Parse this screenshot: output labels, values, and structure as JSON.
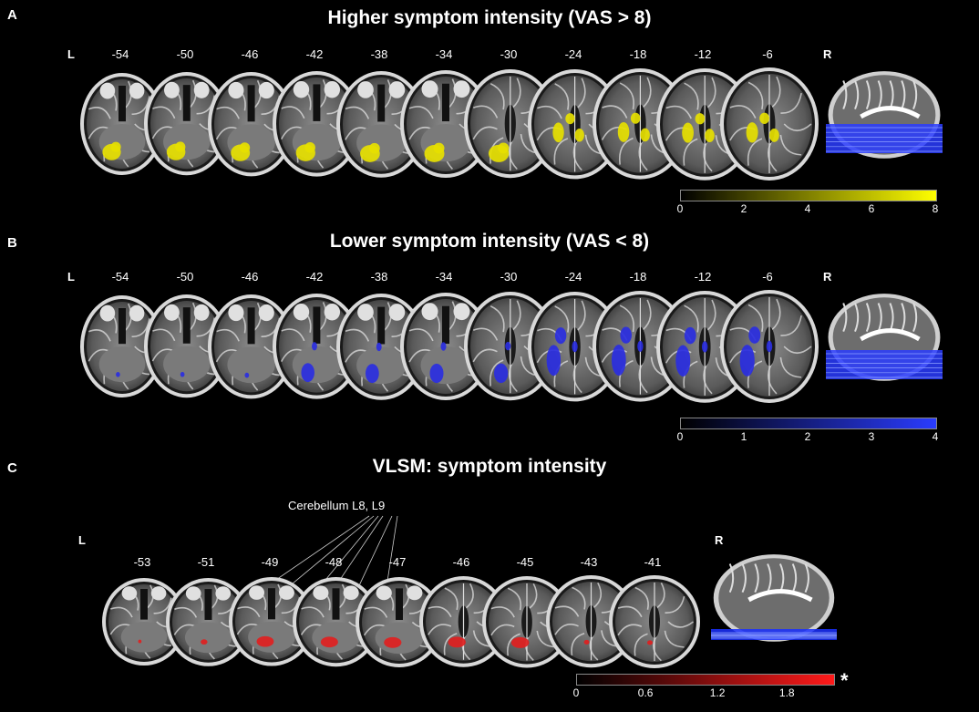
{
  "panels": [
    {
      "label": "A",
      "title": "Higher symptom intensity (VAS > 8)",
      "left_label": "L",
      "right_label": "R",
      "slices": [
        "-54",
        "-50",
        "-46",
        "-42",
        "-38",
        "-34",
        "-30",
        "-24",
        "-18",
        "-12",
        "-6"
      ],
      "overlay_color": "#e6e000",
      "colorbar_ticks": [
        "0",
        "2",
        "4",
        "6",
        "8"
      ],
      "colorbar_gradient": [
        "#000000",
        "#ffff00"
      ]
    },
    {
      "label": "B",
      "title": "Lower symptom intensity (VAS < 8)",
      "left_label": "L",
      "right_label": "R",
      "slices": [
        "-54",
        "-50",
        "-46",
        "-42",
        "-38",
        "-34",
        "-30",
        "-24",
        "-18",
        "-12",
        "-6"
      ],
      "overlay_color": "#2a2ee0",
      "colorbar_ticks": [
        "0",
        "1",
        "2",
        "3",
        "4"
      ],
      "colorbar_gradient": [
        "#000000",
        "#2a3cff"
      ]
    },
    {
      "label": "C",
      "title": "VLSM: symptom intensity",
      "left_label": "L",
      "right_label": "R",
      "slices": [
        "-53",
        "-51",
        "-49",
        "-48",
        "-47",
        "-46",
        "-45",
        "-43",
        "-41"
      ],
      "overlay_color": "#e02020",
      "colorbar_ticks": [
        "0",
        "0.6",
        "1.2",
        "1.8"
      ],
      "colorbar_gradient": [
        "#000000",
        "#ff1a1a"
      ],
      "annotation": "Cerebellum L8, L9",
      "significance_marker": "*"
    }
  ]
}
